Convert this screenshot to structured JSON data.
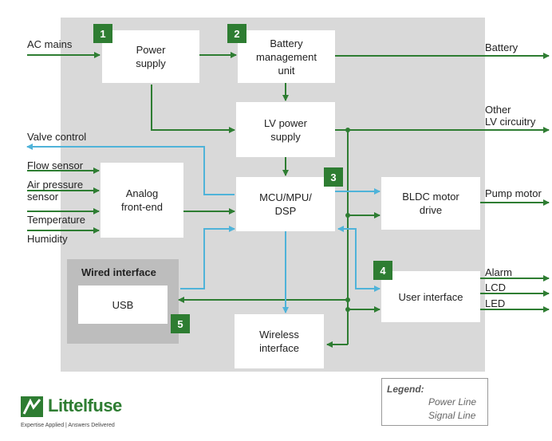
{
  "blocks": {
    "power_supply": "Power\nsupply",
    "battery_mgmt": "Battery\nmanagement\nunit",
    "lv_power_supply": "LV power\nsupply",
    "analog_frontend": "Analog\nfront-end",
    "mcu": "MCU/MPU/\nDSP",
    "bldc_drive": "BLDC motor\ndrive",
    "user_interface": "User interface",
    "usb": "USB",
    "wireless": "Wireless\ninterface",
    "wired_interface_title": "Wired interface"
  },
  "badges": [
    "1",
    "2",
    "3",
    "4",
    "5"
  ],
  "inputs": {
    "ac_mains": "AC mains",
    "valve_control": "Valve control",
    "flow_sensor": "Flow sensor",
    "air_pressure_sensor": "Air pressure\nsensor",
    "temperature": "Temperature",
    "humidity": "Humidity"
  },
  "outputs": {
    "battery": "Battery",
    "other_lv": "Other\nLV circuitry",
    "pump_motor": "Pump motor",
    "alarm": "Alarm",
    "lcd": "LCD",
    "led": "LED"
  },
  "legend": {
    "title": "Legend:",
    "power_line": "Power Line",
    "signal_line": "Signal Line"
  },
  "logo": {
    "name": "Littelfuse",
    "tagline": "Expertise Applied | Answers Delivered"
  },
  "colors": {
    "power_line": "#2e7d32",
    "signal_line": "#4fb3d9",
    "panel": "#d9d9d9",
    "wired_panel": "#bdbdbd",
    "badge": "#2e7d32"
  }
}
